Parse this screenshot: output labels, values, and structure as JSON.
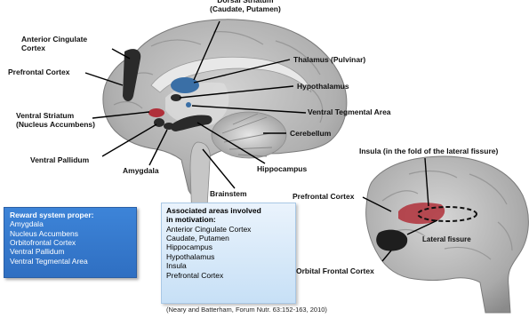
{
  "labels": {
    "dorsal_striatum": "Dorsal Striatum\n(Caudate, Putamen)",
    "anterior_cingulate": "Anterior Cingulate\nCortex",
    "prefrontal_left": "Prefrontal Cortex",
    "thalamus": "Thalamus (Pulvinar)",
    "hypothalamus": "Hypothalamus",
    "ventral_striatum": "Ventral Striatum\n(Nucleus Accumbens)",
    "vta": "Ventral Tegmental Area",
    "cerebellum": "Cerebellum",
    "ventral_pallidum": "Ventral Pallidum",
    "amygdala": "Amygdala",
    "hippocampus": "Hippocampus",
    "brainstem": "Brainstem",
    "insula": "Insula (in the fold of the lateral fissure)",
    "prefrontal_right": "Prefrontal Cortex",
    "lateral_fissure": "Lateral fissure",
    "orbital_frontal": "Orbital Frontal Cortex"
  },
  "reward_box": {
    "heading": "Reward system proper:",
    "items": [
      "Amygdala",
      "Nucleus Accumbens",
      "Orbitofrontal Cortex",
      "Ventral Pallidum",
      "Ventral Tegmental Area"
    ]
  },
  "associated_box": {
    "heading": "Associated areas involved\nin motivation:",
    "items": [
      "Anterior Cingulate Cortex",
      "Caudate, Putamen",
      "Hippocampus",
      "Hypothalamus",
      "Insula",
      "Prefrontal Cortex"
    ]
  },
  "citation": "(Neary and Batterham, Forum Nutr. 63:152-163, 2010)",
  "colors": {
    "brain_fill": "#b9b9b9",
    "region_dark": "#2a2a2a",
    "region_red": "#b0303a",
    "thalamus_blue": "#3a6fa6",
    "reward_box": "#3479d0",
    "associated_box": "#d4e7f8"
  }
}
